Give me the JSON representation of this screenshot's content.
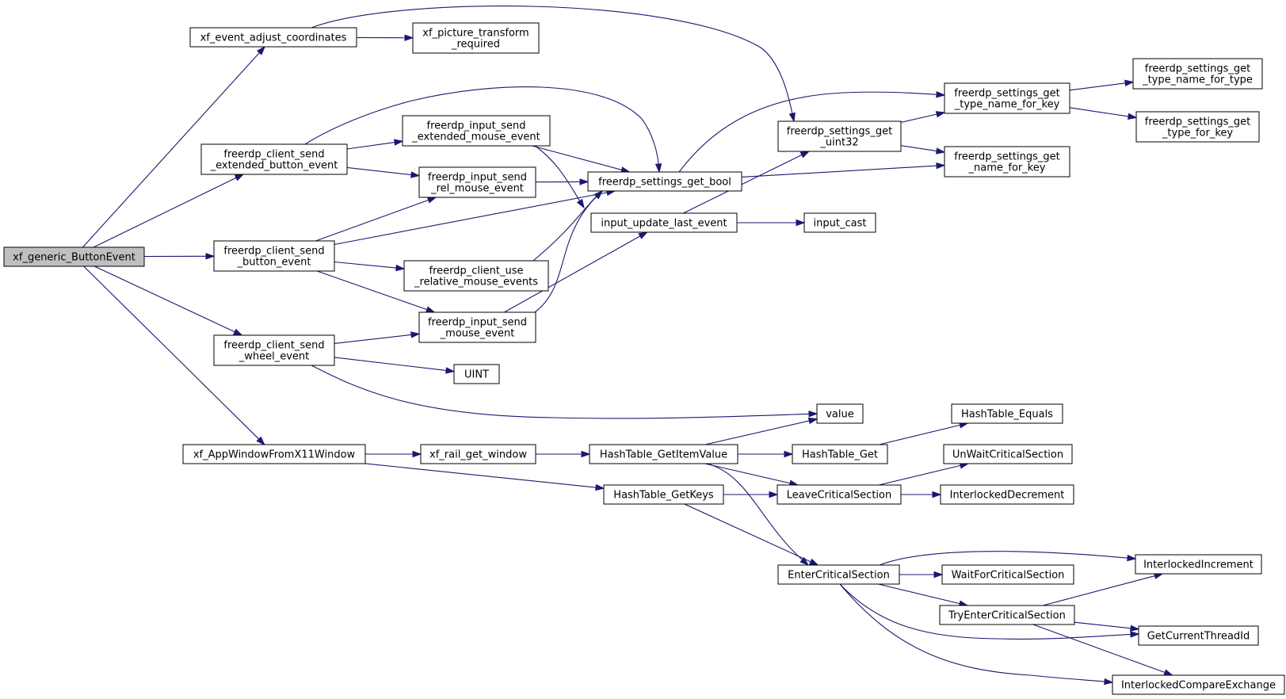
{
  "diagram": {
    "edge_color": "#191970",
    "root_fill": "#bfbfbf",
    "nodes": {
      "xf_generic_ButtonEvent": [
        "xf_generic_ButtonEvent"
      ],
      "xf_event_adjust_coordinates": [
        "xf_event_adjust_coordinates"
      ],
      "xf_picture_transform_required": [
        "xf_picture_transform",
        "_required"
      ],
      "freerdp_client_send_extended_button_event": [
        "freerdp_client_send",
        "_extended_button_event"
      ],
      "freerdp_input_send_extended_mouse_event": [
        "freerdp_input_send",
        "_extended_mouse_event"
      ],
      "freerdp_input_send_rel_mouse_event": [
        "freerdp_input_send",
        "_rel_mouse_event"
      ],
      "freerdp_settings_get_bool": [
        "freerdp_settings_get_bool"
      ],
      "freerdp_settings_get_uint32": [
        "freerdp_settings_get",
        "_uint32"
      ],
      "freerdp_settings_get_type_name_for_key": [
        "freerdp_settings_get",
        "_type_name_for_key"
      ],
      "freerdp_settings_get_type_name_for_type": [
        "freerdp_settings_get",
        "_type_name_for_type"
      ],
      "freerdp_settings_get_type_for_key": [
        "freerdp_settings_get",
        "_type_for_key"
      ],
      "freerdp_settings_get_name_for_key": [
        "freerdp_settings_get",
        "_name_for_key"
      ],
      "input_update_last_event": [
        "input_update_last_event"
      ],
      "input_cast": [
        "input_cast"
      ],
      "freerdp_client_send_button_event": [
        "freerdp_client_send",
        "_button_event"
      ],
      "freerdp_client_use_relative_mouse_events": [
        "freerdp_client_use",
        "_relative_mouse_events"
      ],
      "freerdp_input_send_mouse_event": [
        "freerdp_input_send",
        "_mouse_event"
      ],
      "freerdp_client_send_wheel_event": [
        "freerdp_client_send",
        "_wheel_event"
      ],
      "UINT": [
        "UINT"
      ],
      "value": [
        "value"
      ],
      "xf_AppWindowFromX11Window": [
        "xf_AppWindowFromX11Window"
      ],
      "xf_rail_get_window": [
        "xf_rail_get_window"
      ],
      "HashTable_GetItemValue": [
        "HashTable_GetItemValue"
      ],
      "HashTable_Get": [
        "HashTable_Get"
      ],
      "HashTable_Equals": [
        "HashTable_Equals"
      ],
      "HashTable_GetKeys": [
        "HashTable_GetKeys"
      ],
      "LeaveCriticalSection": [
        "LeaveCriticalSection"
      ],
      "UnWaitCriticalSection": [
        "UnWaitCriticalSection"
      ],
      "InterlockedDecrement": [
        "InterlockedDecrement"
      ],
      "EnterCriticalSection": [
        "EnterCriticalSection"
      ],
      "WaitForCriticalSection": [
        "WaitForCriticalSection"
      ],
      "TryEnterCriticalSection": [
        "TryEnterCriticalSection"
      ],
      "InterlockedIncrement": [
        "InterlockedIncrement"
      ],
      "GetCurrentThreadId": [
        "GetCurrentThreadId"
      ],
      "InterlockedCompareExchange": [
        "InterlockedCompareExchange"
      ]
    },
    "root": "xf_generic_ButtonEvent",
    "edges": [
      [
        "xf_generic_ButtonEvent",
        "xf_event_adjust_coordinates"
      ],
      [
        "xf_generic_ButtonEvent",
        "freerdp_client_send_extended_button_event"
      ],
      [
        "xf_generic_ButtonEvent",
        "freerdp_client_send_button_event"
      ],
      [
        "xf_generic_ButtonEvent",
        "freerdp_client_send_wheel_event"
      ],
      [
        "xf_generic_ButtonEvent",
        "xf_AppWindowFromX11Window"
      ],
      [
        "xf_event_adjust_coordinates",
        "xf_picture_transform_required"
      ],
      [
        "xf_event_adjust_coordinates",
        "freerdp_settings_get_uint32"
      ],
      [
        "freerdp_client_send_extended_button_event",
        "freerdp_settings_get_bool"
      ],
      [
        "freerdp_client_send_extended_button_event",
        "freerdp_input_send_extended_mouse_event"
      ],
      [
        "freerdp_client_send_extended_button_event",
        "freerdp_input_send_rel_mouse_event"
      ],
      [
        "freerdp_input_send_extended_mouse_event",
        "freerdp_settings_get_bool"
      ],
      [
        "freerdp_input_send_extended_mouse_event",
        "input_update_last_event"
      ],
      [
        "freerdp_input_send_rel_mouse_event",
        "freerdp_settings_get_bool"
      ],
      [
        "freerdp_settings_get_bool",
        "freerdp_settings_get_name_for_key"
      ],
      [
        "freerdp_settings_get_bool",
        "freerdp_settings_get_type_name_for_key"
      ],
      [
        "freerdp_settings_get_uint32",
        "freerdp_settings_get_type_name_for_key"
      ],
      [
        "freerdp_settings_get_uint32",
        "freerdp_settings_get_name_for_key"
      ],
      [
        "freerdp_settings_get_type_name_for_key",
        "freerdp_settings_get_type_name_for_type"
      ],
      [
        "freerdp_settings_get_type_name_for_key",
        "freerdp_settings_get_type_for_key"
      ],
      [
        "input_update_last_event",
        "input_cast"
      ],
      [
        "input_update_last_event",
        "freerdp_settings_get_uint32"
      ],
      [
        "freerdp_client_send_button_event",
        "freerdp_input_send_rel_mouse_event"
      ],
      [
        "freerdp_client_send_button_event",
        "freerdp_settings_get_bool"
      ],
      [
        "freerdp_client_send_button_event",
        "freerdp_client_use_relative_mouse_events"
      ],
      [
        "freerdp_client_send_button_event",
        "freerdp_input_send_mouse_event"
      ],
      [
        "freerdp_client_use_relative_mouse_events",
        "freerdp_settings_get_bool"
      ],
      [
        "freerdp_input_send_mouse_event",
        "freerdp_settings_get_bool"
      ],
      [
        "freerdp_input_send_mouse_event",
        "input_update_last_event"
      ],
      [
        "freerdp_client_send_wheel_event",
        "freerdp_input_send_mouse_event"
      ],
      [
        "freerdp_client_send_wheel_event",
        "UINT"
      ],
      [
        "freerdp_client_send_wheel_event",
        "value"
      ],
      [
        "xf_AppWindowFromX11Window",
        "xf_rail_get_window"
      ],
      [
        "xf_AppWindowFromX11Window",
        "HashTable_GetKeys"
      ],
      [
        "xf_rail_get_window",
        "HashTable_GetItemValue"
      ],
      [
        "HashTable_GetItemValue",
        "value"
      ],
      [
        "HashTable_GetItemValue",
        "HashTable_Get"
      ],
      [
        "HashTable_GetItemValue",
        "LeaveCriticalSection"
      ],
      [
        "HashTable_GetItemValue",
        "EnterCriticalSection"
      ],
      [
        "HashTable_Get",
        "HashTable_Equals"
      ],
      [
        "HashTable_GetKeys",
        "LeaveCriticalSection"
      ],
      [
        "HashTable_GetKeys",
        "EnterCriticalSection"
      ],
      [
        "LeaveCriticalSection",
        "UnWaitCriticalSection"
      ],
      [
        "LeaveCriticalSection",
        "InterlockedDecrement"
      ],
      [
        "EnterCriticalSection",
        "InterlockedIncrement"
      ],
      [
        "EnterCriticalSection",
        "WaitForCriticalSection"
      ],
      [
        "EnterCriticalSection",
        "TryEnterCriticalSection"
      ],
      [
        "EnterCriticalSection",
        "GetCurrentThreadId"
      ],
      [
        "EnterCriticalSection",
        "InterlockedCompareExchange"
      ],
      [
        "TryEnterCriticalSection",
        "InterlockedIncrement"
      ],
      [
        "TryEnterCriticalSection",
        "GetCurrentThreadId"
      ],
      [
        "TryEnterCriticalSection",
        "InterlockedCompareExchange"
      ]
    ]
  }
}
